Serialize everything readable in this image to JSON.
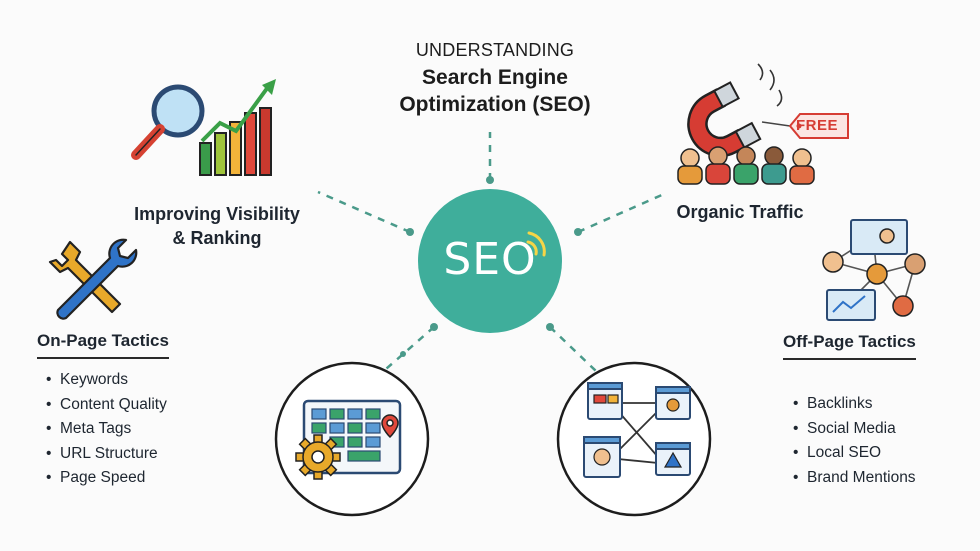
{
  "header": {
    "title_line1": "UNDERSTANDING",
    "title_line2": "Search Engine",
    "title_line3": "Optimization (SEO)"
  },
  "center": {
    "label": "SEO"
  },
  "nodes": {
    "visibility": {
      "line1": "Improving Visibility",
      "line2": "& Ranking"
    },
    "organic": {
      "label": "Organic Traffic",
      "badge": "FREE"
    }
  },
  "on_page": {
    "heading": "On-Page Tactics",
    "items": [
      "Keywords",
      "Content Quality",
      "Meta Tags",
      "URL Structure",
      "Page Speed"
    ]
  },
  "off_page": {
    "heading": "Off-Page Tactics",
    "items": [
      "Backlinks",
      "Social Media",
      "Local SEO",
      "Brand Mentions"
    ]
  },
  "colors": {
    "accent_teal": "#3fae9b",
    "dash_teal": "#4a9a8a",
    "magnet_red": "#d63c33",
    "wrench_blue": "#2f73c7",
    "gear_gold": "#e8a92a"
  }
}
